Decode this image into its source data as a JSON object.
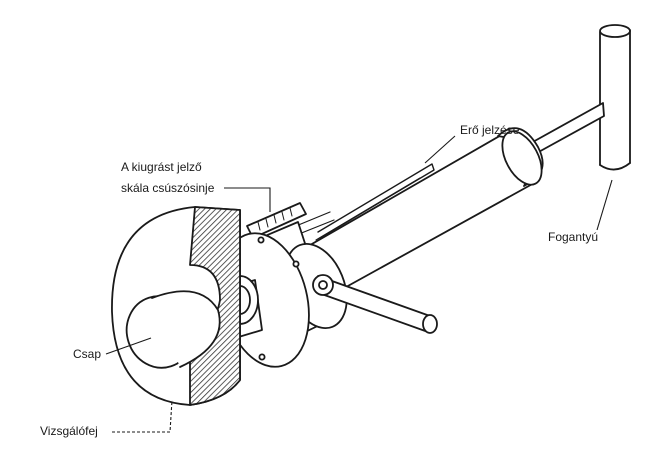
{
  "labels": {
    "ero_jelzese": "Erő jelzése",
    "kiugras_line1": "A kiugrást jelző",
    "kiugras_line2": "skála csúszósinje",
    "fogantyu": "Fogantyú",
    "csap": "Csap",
    "vizsgalofej": "Vizsgálófej"
  }
}
